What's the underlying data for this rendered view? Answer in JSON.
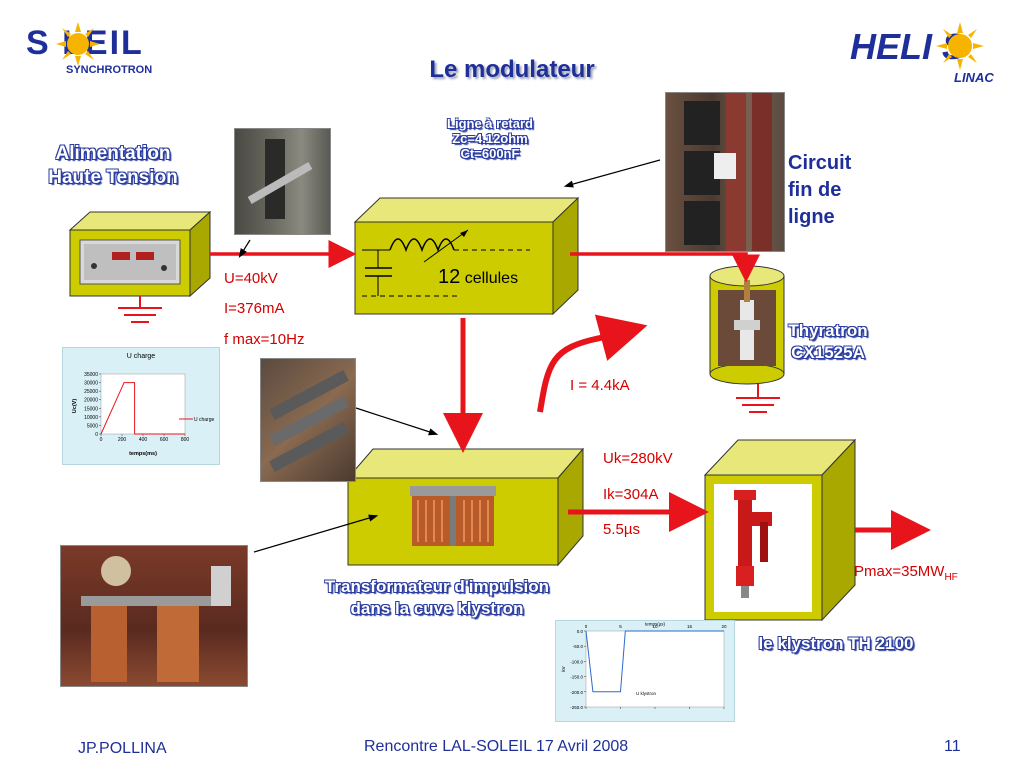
{
  "logos": {
    "soleil_word": "S LEIL",
    "soleil_sub": "SYNCHROTRON",
    "helios_word": "HELI S",
    "helios_sub": "LINAC"
  },
  "title": "Le modulateur",
  "labels": {
    "alimentation_1": "Alimentation",
    "alimentation_2": "Haute Tension",
    "ligne_1": "Ligne à retard",
    "ligne_2": "Zc=4.12ohm",
    "ligne_3": "Ct=600nF",
    "cellules_num": "12",
    "cellules_word": "cellules",
    "circuit_1": "Circuit",
    "circuit_2": "fin de",
    "circuit_3": "ligne",
    "thyratron_1": "Thyratron",
    "thyratron_2": "CX1525A",
    "transfo_1": "Transformateur d'impulsion",
    "transfo_2": "dans la cuve klystron",
    "klystron": "le klystron TH 2100"
  },
  "values": {
    "u": "U=40kV",
    "i": "I=376mA",
    "f": "f max=10Hz",
    "i_thyr": "I = 4.4kA",
    "uk": "Uk=280kV",
    "ik": "Ik=304A",
    "t": "5.5µs",
    "pmax": "Pmax=35MW",
    "pmax_sub": "HF"
  },
  "footer": {
    "author": "JP.POLLINA",
    "event": "Rencontre LAL-SOLEIL 17 Avril 2008",
    "page": "11"
  },
  "chart_data": [
    {
      "type": "line",
      "title": "U charge",
      "xlabel": "temps(ms)",
      "ylabel": "Uc(V)",
      "xlim": [
        0,
        800
      ],
      "ylim": [
        0,
        35000
      ],
      "xticks": [
        0,
        200,
        400,
        600,
        800
      ],
      "yticks": [
        0,
        5000,
        10000,
        15000,
        20000,
        25000,
        30000,
        35000
      ],
      "series": [
        {
          "name": "U charge",
          "x": [
            0,
            0,
            220,
            320,
            320,
            800
          ],
          "y": [
            0,
            0,
            30000,
            30000,
            0,
            0
          ]
        }
      ],
      "legend": "right"
    },
    {
      "type": "line",
      "title": "temps(µs)",
      "xlabel": "temps(µs)",
      "ylabel": "kV",
      "xlim": [
        0,
        20
      ],
      "ylim": [
        -250,
        0
      ],
      "xticks": [
        0,
        5,
        10,
        15,
        20
      ],
      "yticks": [
        0.0,
        -50.0,
        -100.0,
        -150.0,
        -200.0,
        -250.0
      ],
      "series": [
        {
          "name": "U klystron",
          "x": [
            0,
            1,
            5,
            5.7,
            20
          ],
          "y": [
            0,
            -200,
            -200,
            0,
            0
          ]
        }
      ]
    }
  ]
}
